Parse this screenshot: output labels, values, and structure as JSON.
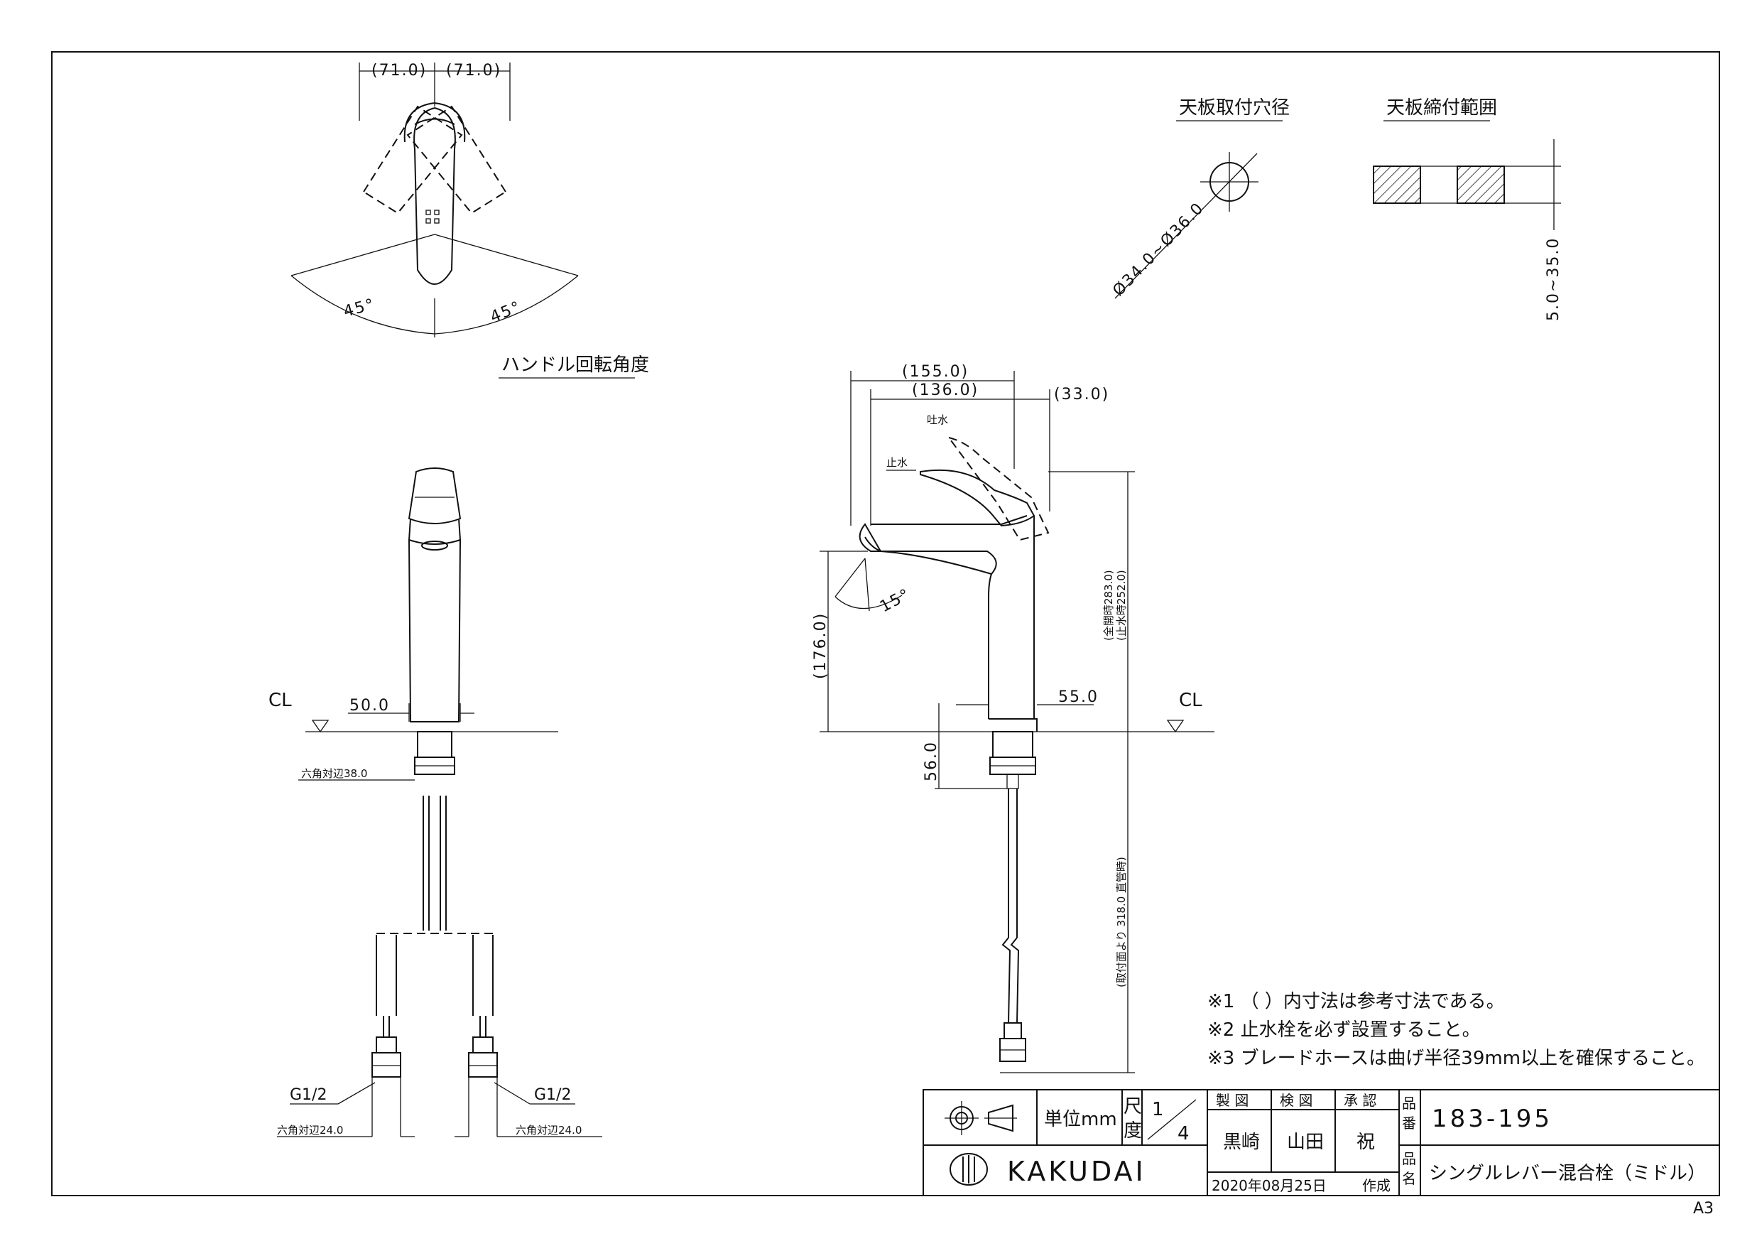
{
  "top_view": {
    "dim_left": "(71.0)",
    "dim_right": "(71.0)",
    "angle_left": "45°",
    "angle_right": "45°",
    "caption": "ハンドル回転角度"
  },
  "hole": {
    "title": "天板取付穴径",
    "dim": "Ø34.0~Ø36.0"
  },
  "counter": {
    "title": "天板締付範囲",
    "dim": "5.0~35.0"
  },
  "front_view": {
    "cl": "CL",
    "base_dim": "50.0",
    "hex_nut": "六角対辺38.0",
    "g_left": "G1/2",
    "g_right": "G1/2",
    "hex_left": "六角対辺24.0",
    "hex_right": "六角対辺24.0"
  },
  "side_view": {
    "dim_155": "(155.0)",
    "dim_136": "(136.0)",
    "dim_33": "(33.0)",
    "open_label": "吐水",
    "stop_label": "止水",
    "angle_15": "15°",
    "height_176": "(176.0)",
    "height_283": "(全開時283.0)",
    "height_252": "(止水時252.0)",
    "body_dim": "55.0",
    "cl": "CL",
    "dim_56": "56.0",
    "hose_dim": "(取付面より 318.0 直管時)"
  },
  "notes": [
    "※1 （ ）内寸法は参考寸法である。",
    "※2 止水栓を必ず設置すること。",
    "※3 ブレードホースは曲げ半径39mm以上を確保すること。"
  ],
  "title_block": {
    "unit_label": "単位mm",
    "scale_label_1": "尺",
    "scale_label_2": "度",
    "scale_num": "1",
    "scale_den": "4",
    "made_label": "製 図",
    "check_label": "検 図",
    "approve_label": "承 認",
    "made_name": "黒崎",
    "check_name": "山田",
    "approve_name": "祝",
    "number_label_1": "品",
    "number_label_2": "番",
    "part_number": "183-195",
    "name_label_1": "品",
    "name_label_2": "名",
    "part_name": "シングルレバー混合栓（ミドル）",
    "brand": "KAKUDAI",
    "date": "2020年08月25日",
    "date_suffix": "作成"
  },
  "sheet_size": "A3"
}
